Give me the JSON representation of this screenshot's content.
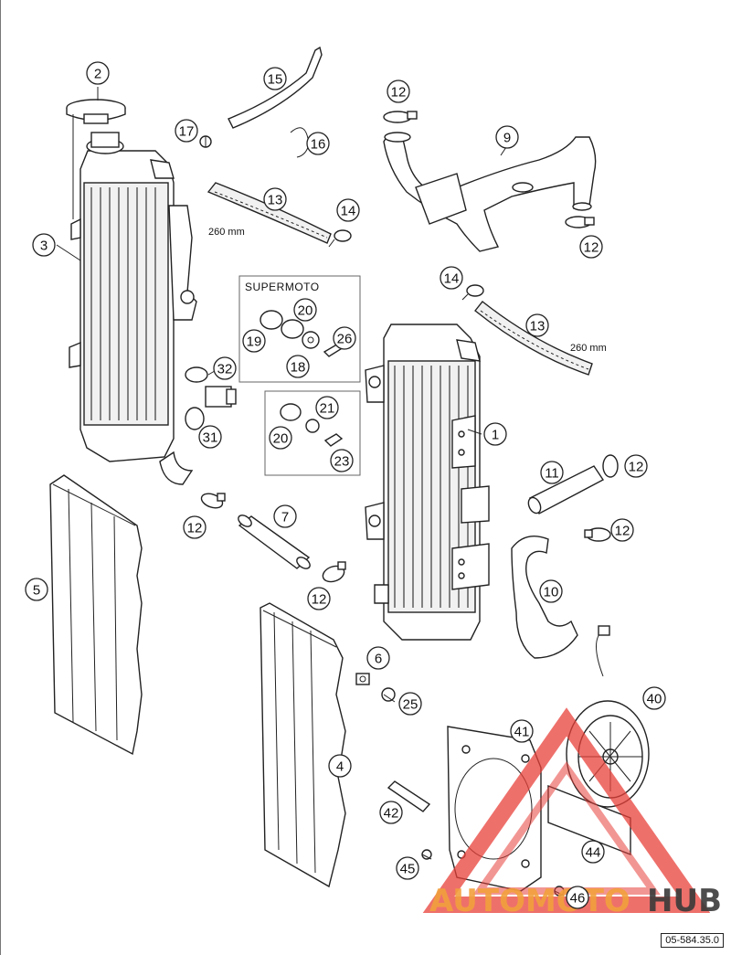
{
  "callouts": [
    {
      "id": "c1",
      "label": "1"
    },
    {
      "id": "c2",
      "label": "2"
    },
    {
      "id": "c3",
      "label": "3"
    },
    {
      "id": "c4",
      "label": "4"
    },
    {
      "id": "c5",
      "label": "5"
    },
    {
      "id": "c6",
      "label": "6"
    },
    {
      "id": "c7",
      "label": "7"
    },
    {
      "id": "c9",
      "label": "9"
    },
    {
      "id": "c10",
      "label": "10"
    },
    {
      "id": "c11",
      "label": "11"
    },
    {
      "id": "c12a",
      "label": "12"
    },
    {
      "id": "c12b",
      "label": "12"
    },
    {
      "id": "c12c",
      "label": "12"
    },
    {
      "id": "c12d",
      "label": "12"
    },
    {
      "id": "c12e",
      "label": "12"
    },
    {
      "id": "c12f",
      "label": "12"
    },
    {
      "id": "c13a",
      "label": "13"
    },
    {
      "id": "c13b",
      "label": "13"
    },
    {
      "id": "c14a",
      "label": "14"
    },
    {
      "id": "c14b",
      "label": "14"
    },
    {
      "id": "c15",
      "label": "15"
    },
    {
      "id": "c16",
      "label": "16"
    },
    {
      "id": "c17",
      "label": "17"
    },
    {
      "id": "c18",
      "label": "18"
    },
    {
      "id": "c19",
      "label": "19"
    },
    {
      "id": "c20a",
      "label": "20"
    },
    {
      "id": "c20b",
      "label": "20"
    },
    {
      "id": "c21",
      "label": "21"
    },
    {
      "id": "c23",
      "label": "23"
    },
    {
      "id": "c25",
      "label": "25"
    },
    {
      "id": "c26",
      "label": "26"
    },
    {
      "id": "c31",
      "label": "31"
    },
    {
      "id": "c32",
      "label": "32"
    },
    {
      "id": "c40",
      "label": "40"
    },
    {
      "id": "c41",
      "label": "41"
    },
    {
      "id": "c42",
      "label": "42"
    },
    {
      "id": "c44",
      "label": "44"
    },
    {
      "id": "c45",
      "label": "45"
    },
    {
      "id": "c46",
      "label": "46"
    }
  ],
  "notes": {
    "hose_length_left": "260 mm",
    "hose_length_right": "260 mm",
    "supermoto_label": "SUPERMOTO"
  },
  "watermark": {
    "text_part1": "AUTOMOTO",
    "text_part2": "HUB",
    "accent_color": "#e8403a",
    "secondary_color": "#f2a03d",
    "dark_color": "#3a3a3a"
  },
  "reference_code": "05-584.35.0"
}
